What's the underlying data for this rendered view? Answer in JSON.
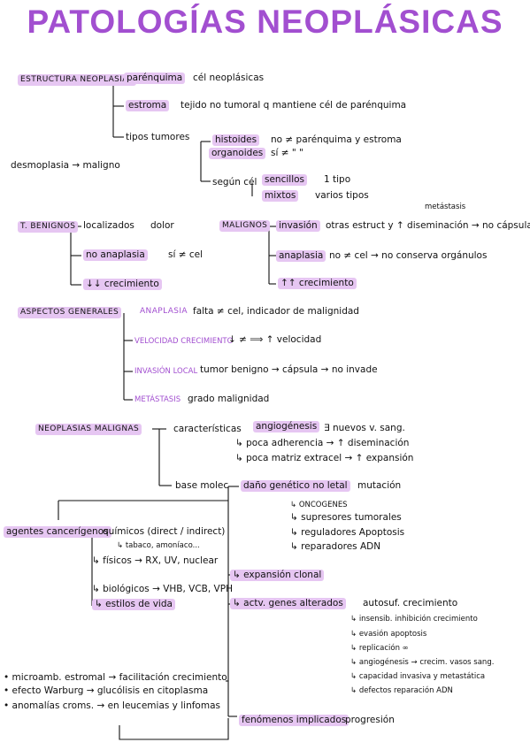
{
  "title": "PATOLOGÍAS NEOPLÁSICAS",
  "estructura": {
    "header": "ESTRUCTURA NEOPLASIAS",
    "parenquima": "parénquima",
    "parenquima_desc": "cél neoplásicas",
    "estroma": "estroma",
    "estroma_desc": "tejido no tumoral q mantiene cél de parénquima",
    "tipos": "tipos tumores",
    "histoides": "histoides",
    "histoides_desc": "no ≠ parénquima y estroma",
    "organoides": "organoides",
    "organoides_desc": "sí ≠    \"      \"",
    "segun": "según cél",
    "sencillos": "sencillos",
    "sencillos_desc": "1 tipo",
    "mixtos": "mixtos",
    "mixtos_desc": "varios tipos",
    "desmoplasia": "desmoplasia → maligno"
  },
  "benignos": {
    "header": "T. BENIGNOS",
    "localizados": "localizados",
    "localizados_desc": "dolor",
    "anaplasia": "no anaplasia",
    "anaplasia_desc": "sí ≠ cel",
    "crecimiento": "↓↓ crecimiento"
  },
  "malignos": {
    "header": "MALIGNOS",
    "invasion": "invasión",
    "invasion_desc": "otras estruct y ↑ diseminación → no cápsula",
    "metastasis_note": "metástasis",
    "anaplasia": "anaplasia",
    "anaplasia_desc": "no ≠ cel → no conserva orgánulos",
    "crecimiento": "↑↑ crecimiento"
  },
  "aspectos": {
    "header": "ASPECTOS GENERALES",
    "anaplasia": "ANAPLASIA",
    "anaplasia_desc": "falta ≠ cel, indicador de malignidad",
    "velocidad": "VELOCIDAD CRECIMIENTO",
    "velocidad_desc": "↓ ≠ ⟹ ↑ velocidad",
    "invasion": "INVASIÓN LOCAL",
    "invasion_desc": "tumor benigno → cápsula → no invade",
    "metastasis": "METÁSTASIS",
    "metastasis_desc": "grado malignidad"
  },
  "neoplasias": {
    "header": "NEOPLASIAS MALIGNAS",
    "caracteristicas": "características",
    "angiogenesis": "angiogénesis",
    "angiogenesis_desc": "∃ nuevos v. sang.",
    "adherencia": "↳ poca adherencia → ↑ diseminación",
    "matriz": "↳ poca matriz extracel → ↑ expansión",
    "base": "base molec",
    "dano": "daño genético no letal",
    "dano_desc": "mutación",
    "oncogenes": "↳ ONCOGENES",
    "supresores": "↳ supresores tumorales",
    "reguladores": "↳ reguladores Apoptosis",
    "reparadores": "↳ reparadores ADN",
    "agentes": "agentes cancerígenos",
    "quimicos": "químicos (direct / indirect)",
    "quimicos_desc": "↳ tabaco, amoníaco...",
    "fisicos": "↳ físicos → RX, UV, nuclear",
    "biologicos": "↳ biológicos → VHB, VCB, VPH",
    "estilos": "↳ estilos de vida",
    "expansion": "↳ expansión clonal",
    "actv": "↳ actv. genes alterados",
    "actv_1": "autosuf. crecimiento",
    "actv_2": "↳ insensib. inhibición crecimiento",
    "actv_3": "↳ evasión apoptosis",
    "actv_4": "↳ replicación ∞",
    "actv_5": "↳ angiogénesis → crecim. vasos sang.",
    "actv_6": "↳ capacidad invasiva y metastática",
    "actv_7": "↳ defectos reparación ADN",
    "microamb": "• microamb. estromal → facilitación crecimiento",
    "warburg": "• efecto Warburg → glucólisis en citoplasma",
    "anomalias": "• anomalías croms. → en leucemias y linfomas",
    "fenomenos": "fenómenos implicados",
    "fenomenos_desc": "progresión"
  }
}
